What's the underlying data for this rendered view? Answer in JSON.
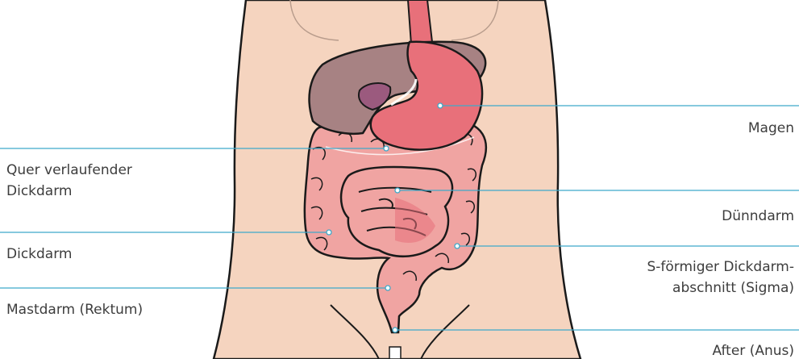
{
  "labels": {
    "magen": "Magen",
    "quer_line1": "Quer verlaufender",
    "quer_line2": "Dickdarm",
    "duenndarm": "Dünndarm",
    "dickdarm": "Dickdarm",
    "sigma_line1": "S-förmiger Dickdarm-",
    "sigma_line2": "abschnitt (Sigma)",
    "mastdarm": "Mastdarm (Rektum)",
    "after": "After (Anus)"
  },
  "colors": {
    "skin": "#F5D4BF",
    "outline": "#1A1A1A",
    "stomach": "#E8707A",
    "liver": "#A78283",
    "gallbladder": "#9B5A7E",
    "intestine": "#F0A4A2",
    "pointer": "#3FA9C9",
    "text": "#3D3D3D"
  }
}
